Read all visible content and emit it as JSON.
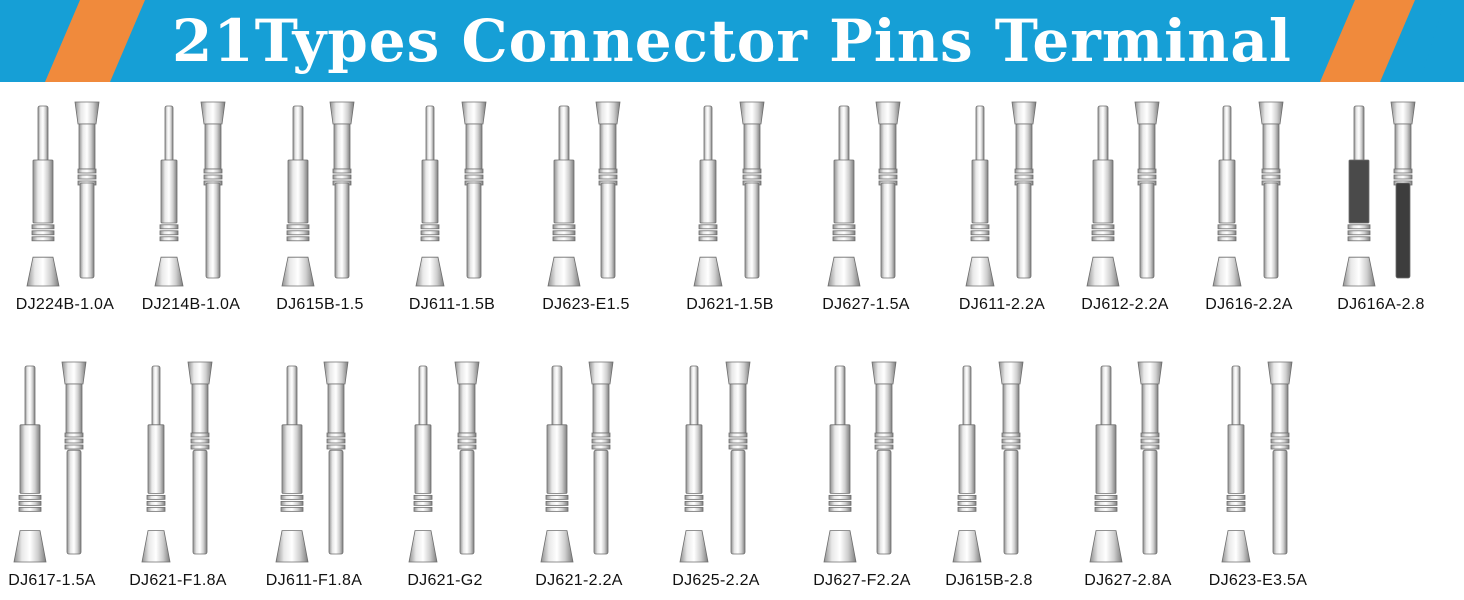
{
  "banner": {
    "title": "21Types Connector Pins Terminal",
    "colors": {
      "blue": "#169fd6",
      "orange": "#f08a3c",
      "text": "#ffffff"
    }
  },
  "terminals_row1": [
    {
      "model": "DJ224B-1.0A"
    },
    {
      "model": "DJ214B-1.0A"
    },
    {
      "model": "DJ615B-1.5"
    },
    {
      "model": "DJ611-1.5B"
    },
    {
      "model": "DJ623-E1.5"
    },
    {
      "model": "DJ621-1.5B"
    },
    {
      "model": "DJ627-1.5A"
    },
    {
      "model": "DJ611-2.2A"
    },
    {
      "model": "DJ612-2.2A"
    },
    {
      "model": "DJ616-2.2A"
    },
    {
      "model": "DJ616A-2.8"
    }
  ],
  "terminals_row2": [
    {
      "model": "DJ617-1.5A"
    },
    {
      "model": "DJ621-F1.8A"
    },
    {
      "model": "DJ611-F1.8A"
    },
    {
      "model": "DJ621-G2"
    },
    {
      "model": "DJ621-2.2A"
    },
    {
      "model": "DJ625-2.2A"
    },
    {
      "model": "DJ627-F2.2A"
    },
    {
      "model": "DJ615B-2.8"
    },
    {
      "model": "DJ627-2.8A"
    },
    {
      "model": "DJ623-E3.5A"
    }
  ]
}
